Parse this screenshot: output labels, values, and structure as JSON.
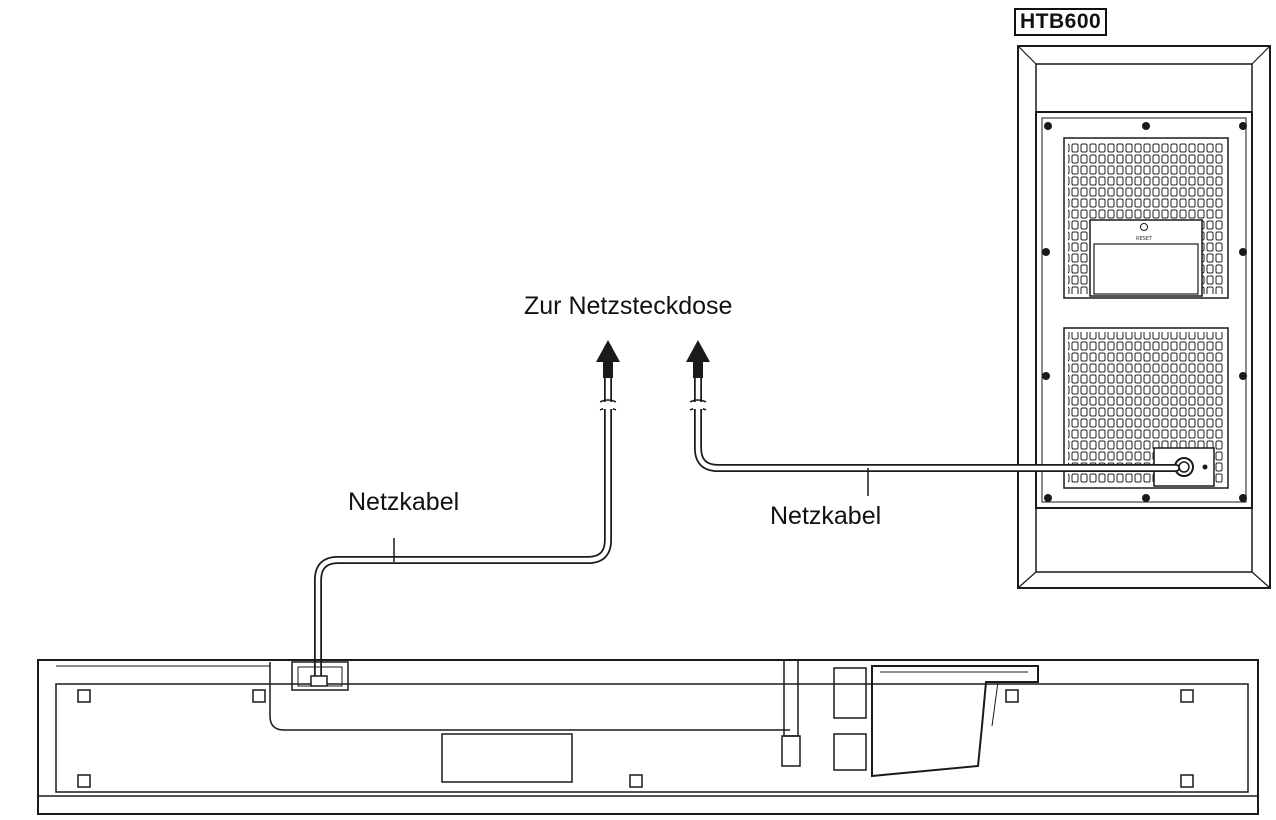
{
  "model": "HTB600",
  "labels": {
    "outlet": "Zur Netzsteckdose",
    "cable_left": "Netzkabel",
    "cable_right": "Netzkabel",
    "reset": "RESET"
  },
  "colors": {
    "line": "#1a1a1a",
    "background": "#ffffff"
  }
}
